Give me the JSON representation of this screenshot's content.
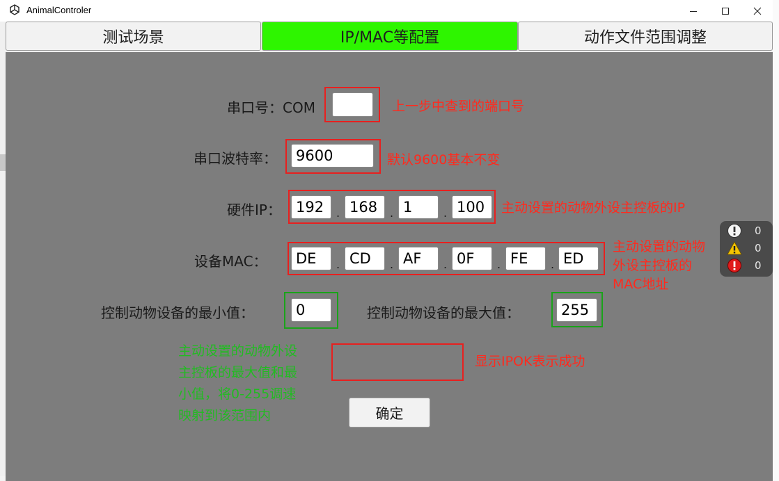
{
  "window": {
    "title": "AnimalControler"
  },
  "tabs": [
    {
      "label": "测试场景"
    },
    {
      "label": "IP/MAC等配置"
    },
    {
      "label": "动作文件范围调整"
    }
  ],
  "form": {
    "com_label": "串口号：COM",
    "com_value": "",
    "baud_label": "串口波特率：",
    "baud_value": "9600",
    "ip_label": "硬件IP：",
    "ip_values": [
      "192",
      "168",
      "1",
      "100"
    ],
    "mac_label": "设备MAC：",
    "mac_values": [
      "DE",
      "CD",
      "AF",
      "0F",
      "FE",
      "ED"
    ],
    "min_label": "控制动物设备的最小值：",
    "min_value": "0",
    "max_label": "控制动物设备的最大值：",
    "max_value": "255",
    "dot": ".",
    "status_value": "",
    "ok_label": "确定"
  },
  "notes": {
    "com_note": "上一步中查到的端口号",
    "baud_note": "默认9600基本不变",
    "ip_note": "主动设置的动物外设主控板的IP",
    "mac_note_lines": [
      "主动设置的动物",
      "外设主控板的",
      "MAC地址"
    ],
    "range_note_lines": [
      "主动设置的动物外设",
      "主控板的最大值和最",
      "小值，将0-255调速",
      "映射到该范围内"
    ],
    "status_note": "显示IPOK表示成功"
  },
  "console_counts": {
    "info": "0",
    "warning": "0",
    "error": "0"
  },
  "colors": {
    "active_tab": "#2ef500",
    "panel": "#7d7d7d",
    "annotation_red": "#e8201f",
    "annotation_green": "#1aa31a"
  }
}
